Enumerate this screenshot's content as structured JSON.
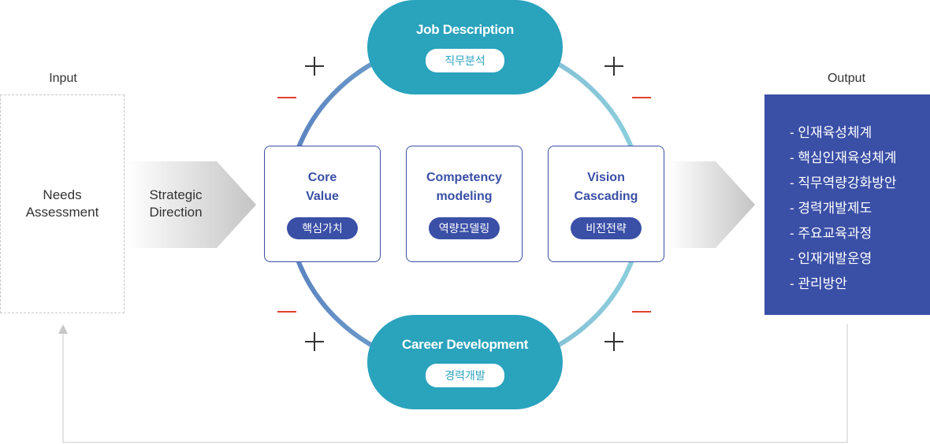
{
  "input": {
    "label": "Input",
    "box_text": "Needs\nAssessment"
  },
  "strategic": {
    "text": "Strategic\nDirection"
  },
  "top_pill": {
    "title": "Job Description",
    "tag": "직무분석"
  },
  "bottom_pill": {
    "title": "Career Development",
    "tag": "경력개발"
  },
  "cards": [
    {
      "title": "Core\nValue",
      "tag": "핵심가치"
    },
    {
      "title": "Competency\nmodeling",
      "tag": "역량모델링"
    },
    {
      "title": "Vision\nCascading",
      "tag": "비전전략"
    }
  ],
  "output": {
    "label": "Output",
    "items": [
      "- 인재육성체계",
      "- 핵심인재육성체계",
      "- 직무역량강화방안",
      "- 경력개발제도",
      "- 주요교육과정",
      "- 인재개발운영",
      "- 관리방안"
    ]
  },
  "colors": {
    "navy": "#3a4fa6",
    "teal": "#2aa3bd",
    "ring_light": "#8ccfdc",
    "minus": "#e0402f"
  }
}
